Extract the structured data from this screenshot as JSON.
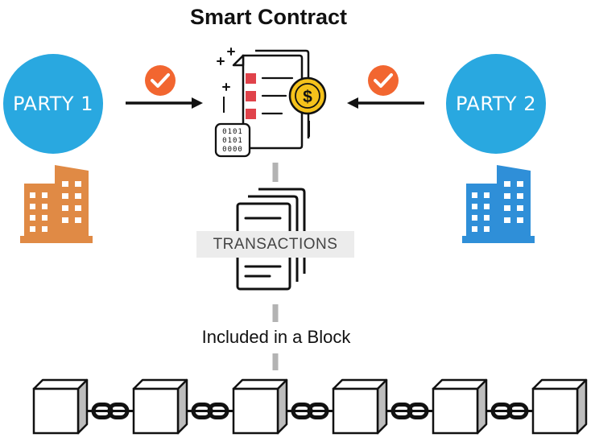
{
  "title": "Smart Contract",
  "party1": {
    "label": "PARTY 1",
    "color": "#29a8e0",
    "building_color": "#e08a45",
    "check_color": "#f26630"
  },
  "party2": {
    "label": "PARTY 2",
    "color": "#29a8e0",
    "building_color": "#2f8fd8",
    "check_color": "#f26630"
  },
  "transactions_label": "TRANSACTIONS",
  "block_label": "Included in a Block",
  "contract_icon": {
    "name": "contract-document-icon",
    "coin_symbol": "$",
    "coin_color": "#f5c21b",
    "bullet_color": "#e0424a"
  },
  "binary_chip": "0101 0101 0000",
  "blockchain": {
    "block_count": 6
  }
}
